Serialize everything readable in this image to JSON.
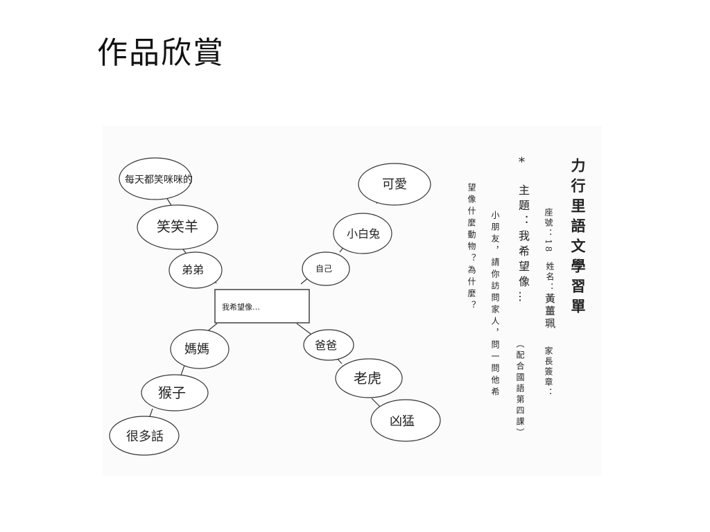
{
  "slide": {
    "title": "作品欣賞"
  },
  "worksheet": {
    "heading": "力行里語文學習單",
    "seat_label": "座號：18",
    "name_label": "姓名：",
    "student_name": "黃薑珮",
    "parent_sign_label": "家長簽章：",
    "star": "*",
    "topic": "主題：我希望像…",
    "topic_note": "（配合國語第四課）",
    "instruction_line1": "小朋友，請你訪問家人，問一問他希",
    "instruction_line2": "望像什麼動物？為什麼？"
  },
  "mindmap": {
    "center": "我希望像…",
    "nodes": {
      "top_left_outer": "每天都笑咪咪的",
      "top_left_mid": "笑笑羊",
      "top_left_inner": "弟弟",
      "top_right_outer": "可愛",
      "top_right_mid": "小白兔",
      "top_right_inner": "自己",
      "bottom_left_inner": "媽媽",
      "bottom_left_mid": "猴子",
      "bottom_left_outer": "很多話",
      "bottom_right_inner": "爸爸",
      "bottom_right_mid": "老虎",
      "bottom_right_outer": "凶猛"
    }
  }
}
